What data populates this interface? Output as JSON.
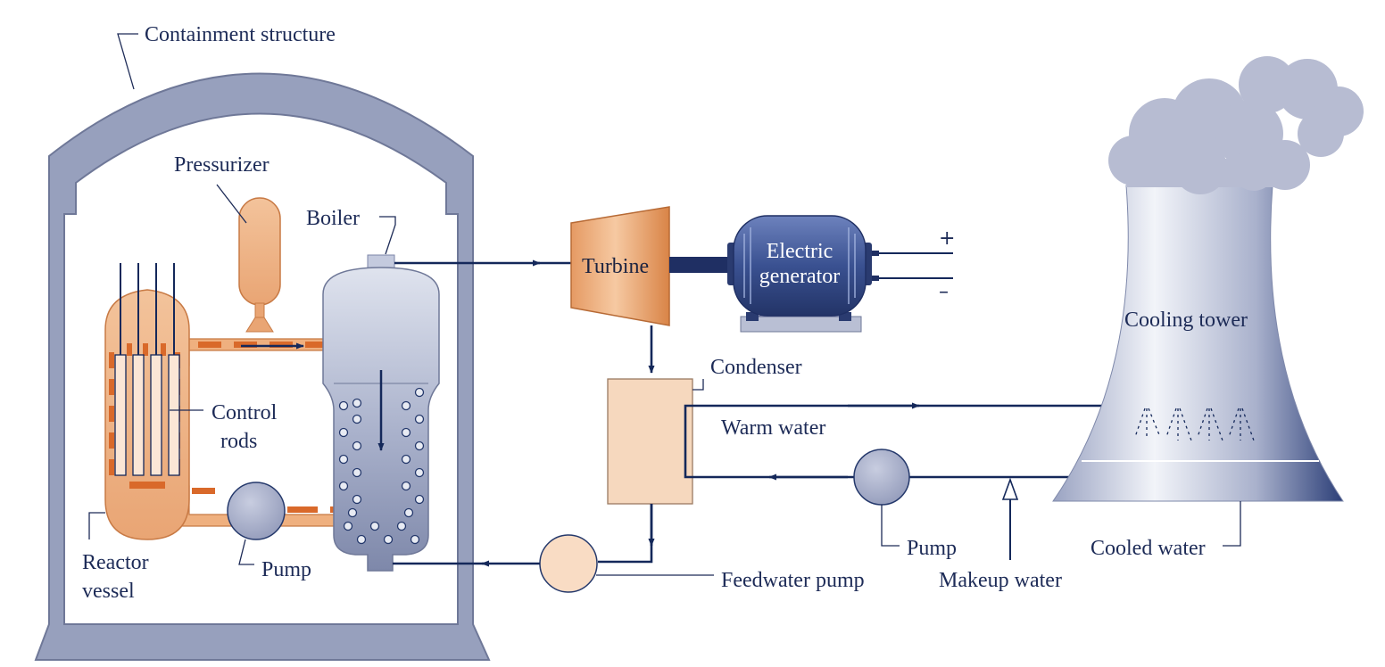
{
  "labels": {
    "containment": "Containment structure",
    "pressurizer": "Pressurizer",
    "boiler": "Boiler",
    "turbine": "Turbine",
    "generator_line1": "Electric",
    "generator_line2": "generator",
    "plus": "+",
    "minus": "–",
    "condenser": "Condenser",
    "warm_water": "Warm water",
    "cooling_tower": "Cooling tower",
    "control_line1": "Control",
    "control_line2": "rods",
    "reactor_line1": "Reactor",
    "reactor_line2": "vessel",
    "pump_reactor": "Pump",
    "pump_cooling": "Pump",
    "feedwater_pump": "Feedwater pump",
    "makeup_water": "Makeup water",
    "cooled_water": "Cooled water"
  },
  "colors": {
    "containment_fill": "#97a0bd",
    "containment_stroke": "#6f7898",
    "reactor_orange": "#efb07f",
    "coolant_dash": "#d9692a",
    "boiler_steel": "#a7afc8",
    "pipe_navy": "#14285a",
    "condenser_fill": "#f6d8be",
    "feedwater_pump_fill": "#f9dcc4",
    "pump_fill": "#a9b0ca",
    "generator_blue": "#3a5191",
    "tower_steel": "#b8bfd6",
    "smoke": "#b7bcd2",
    "text": "#1d2b57"
  }
}
